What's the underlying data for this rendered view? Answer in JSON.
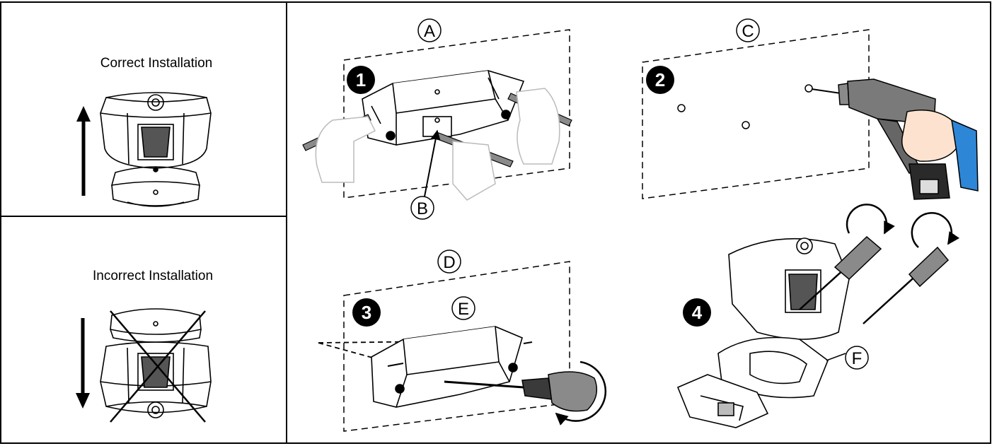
{
  "left_panel": {
    "correct_caption": "Correct Installation",
    "incorrect_caption": "Incorrect Installation"
  },
  "steps": {
    "step1": {
      "number": "1",
      "callouts": [
        "A",
        "B"
      ]
    },
    "step2": {
      "number": "2",
      "callouts": [
        "C"
      ]
    },
    "step3": {
      "number": "3",
      "callouts": [
        "D",
        "E"
      ]
    },
    "step4": {
      "number": "4",
      "callouts": [
        "F"
      ]
    }
  },
  "colors": {
    "line": "#000000",
    "tool_grey": "#8a8a8a",
    "sleeve_blue": "#2e86d6",
    "skin": "#fde3cf"
  }
}
